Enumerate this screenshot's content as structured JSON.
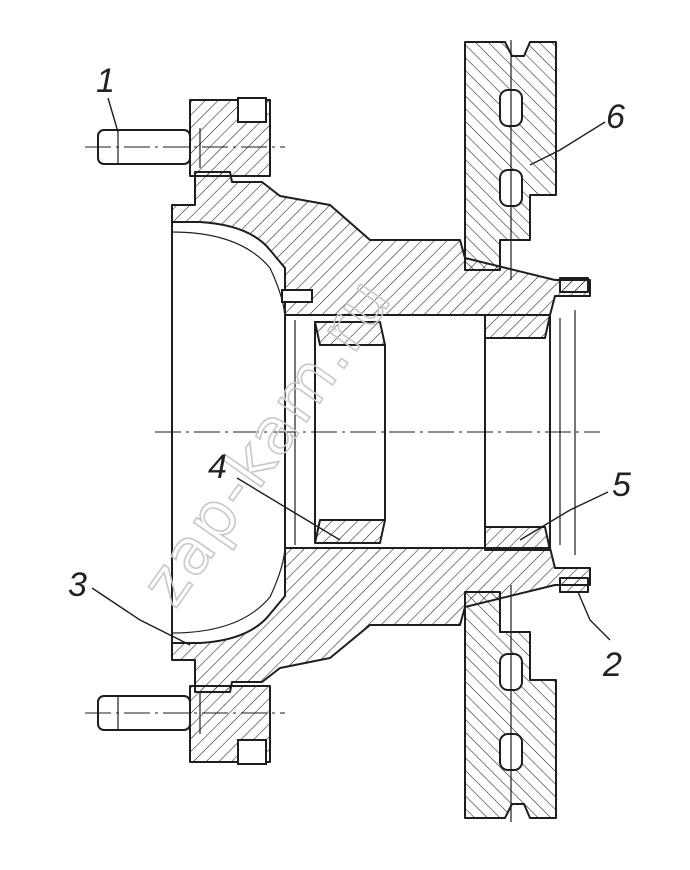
{
  "callouts": [
    {
      "id": "1",
      "label": "1"
    },
    {
      "id": "2",
      "label": "2"
    },
    {
      "id": "3",
      "label": "3"
    },
    {
      "id": "4",
      "label": "4"
    },
    {
      "id": "5",
      "label": "5"
    },
    {
      "id": "6",
      "label": "6"
    }
  ],
  "watermark": "zap-kam.ru",
  "colors": {
    "line": "#1e1e1e",
    "watermark": "#c8c8c8",
    "background": "#ffffff"
  }
}
